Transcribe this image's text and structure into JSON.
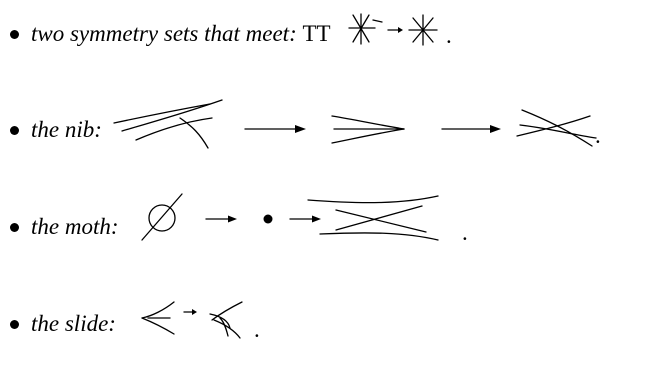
{
  "items": [
    {
      "label": "two symmetry sets that meet:",
      "suffix": "TT",
      "end": "."
    },
    {
      "label": "the nib:",
      "end": "."
    },
    {
      "label": "the moth:",
      "end": "."
    },
    {
      "label": "the slide:",
      "end": "."
    }
  ]
}
